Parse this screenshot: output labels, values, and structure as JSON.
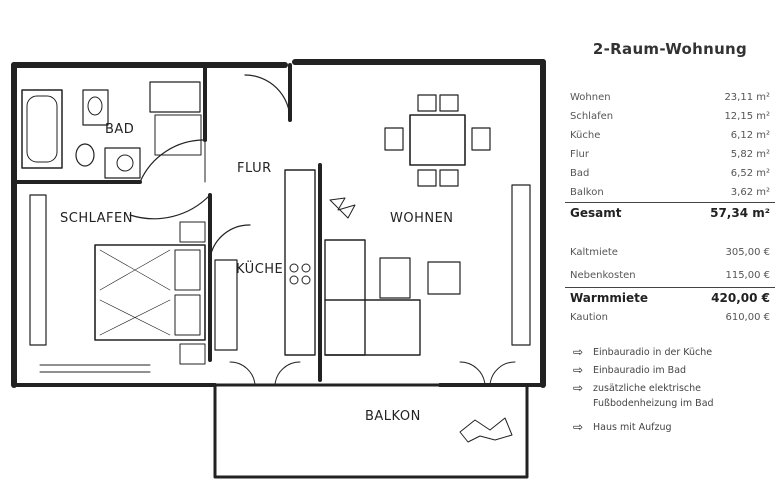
{
  "plan": {
    "rooms": {
      "bad": "BAD",
      "flur": "FLUR",
      "schlafen": "SCHLAFEN",
      "wohnen": "WOHNEN",
      "kueche": "KÜCHE",
      "balkon": "BALKON"
    }
  },
  "info": {
    "title": "2-Raum-Wohnung",
    "areas": [
      {
        "label": "Wohnen",
        "value": "23,11 m²"
      },
      {
        "label": "Schlafen",
        "value": "12,15 m²"
      },
      {
        "label": "Küche",
        "value": "6,12 m²"
      },
      {
        "label": "Flur",
        "value": "5,82 m²"
      },
      {
        "label": "Bad",
        "value": "6,52 m²"
      },
      {
        "label": "Balkon",
        "value": "3,62 m²"
      }
    ],
    "total": {
      "label": "Gesamt",
      "value": "57,34 m²"
    },
    "rent": [
      {
        "label": "Kaltmiete",
        "value": "305,00 €"
      },
      {
        "label": "Nebenkosten",
        "value": "115,00 €"
      }
    ],
    "warm": {
      "label": "Warmmiete",
      "value": "420,00 €"
    },
    "deposit": {
      "label": "Kaution",
      "value": "610,00 €"
    },
    "features": [
      "Einbauradio in der Küche",
      "Einbauradio im Bad",
      "zusätzliche elektrische Fußbodenheizung im Bad",
      "Haus mit Aufzug"
    ]
  }
}
